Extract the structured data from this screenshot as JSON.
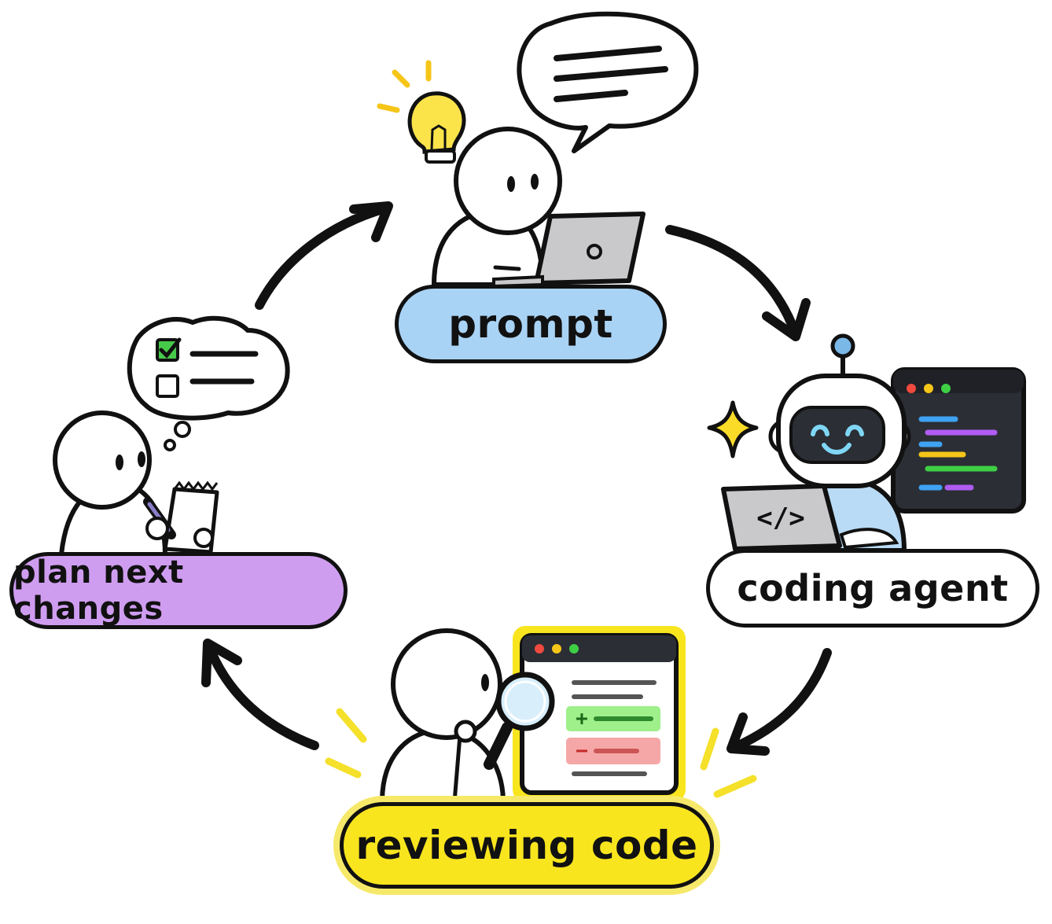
{
  "stages": {
    "prompt": {
      "label": "prompt",
      "color": "#a9d3f5"
    },
    "coding_agent": {
      "label": "coding agent",
      "color": "#ffffff",
      "code_tag": "</>"
    },
    "reviewing_code": {
      "label": "reviewing code",
      "color": "#f8e51e",
      "diff_add": "+",
      "diff_remove": "−"
    },
    "plan_next_changes": {
      "label": "plan next changes",
      "color": "#cf9df0"
    }
  },
  "flow": [
    "prompt",
    "coding_agent",
    "reviewing_code",
    "plan_next_changes"
  ],
  "colors": {
    "outline": "#111111",
    "window_dark": "#2b2e35",
    "dot_red": "#f04a3e",
    "dot_yellow": "#f5c518",
    "dot_green": "#3ecf45",
    "diff_add_bg": "#9ff08a",
    "diff_remove_bg": "#f5a7a7",
    "bulb": "#fbe34a",
    "sparkle": "#fadb28",
    "robot_screen": "#2b2e35",
    "robot_face": "#7fd6f5",
    "laptop": "#c9c9cc",
    "check": "#47c94a"
  }
}
